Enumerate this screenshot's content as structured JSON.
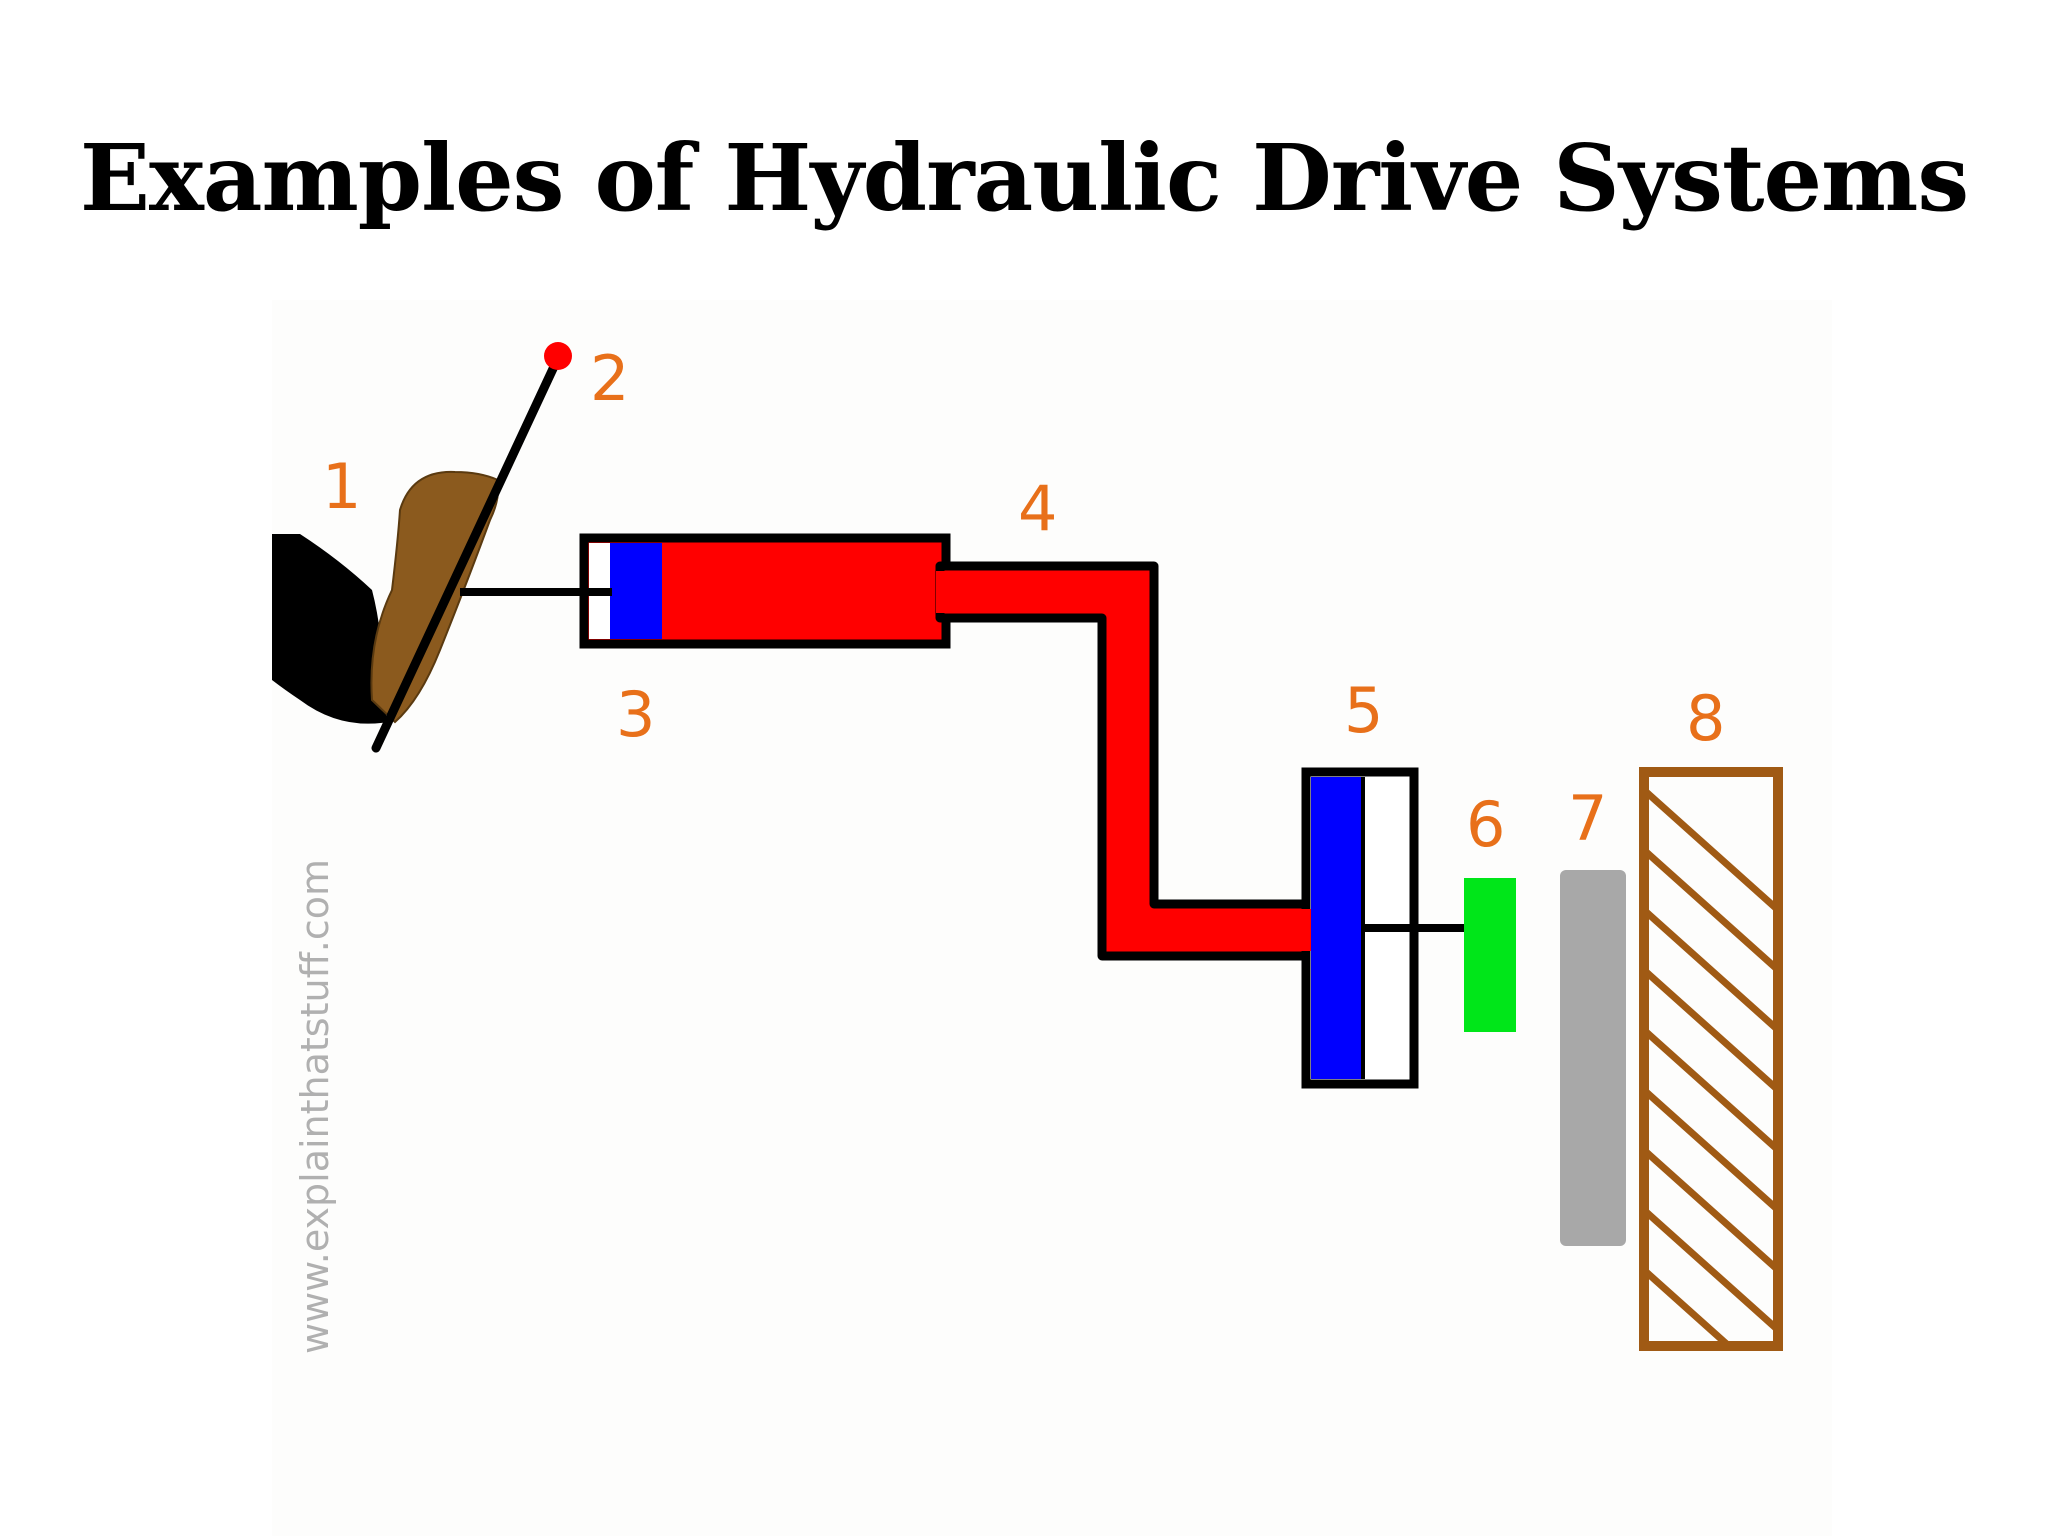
{
  "slide": {
    "title": "Examples of Hydraulic Drive Systems"
  },
  "diagram": {
    "labels": [
      "1",
      "2",
      "3",
      "4",
      "5",
      "6",
      "7",
      "8"
    ],
    "watermark": "www.explainthatstuff.com",
    "colors": {
      "label": "#e8701a",
      "fluid": "#ff0000",
      "piston": "#0000ff",
      "pad": "#00e619",
      "disc": "#a8a8a8",
      "wheel": "#a05a14",
      "foot": "#8b5a1e",
      "pedal_ball": "#ff0000",
      "outline": "#000000"
    }
  }
}
